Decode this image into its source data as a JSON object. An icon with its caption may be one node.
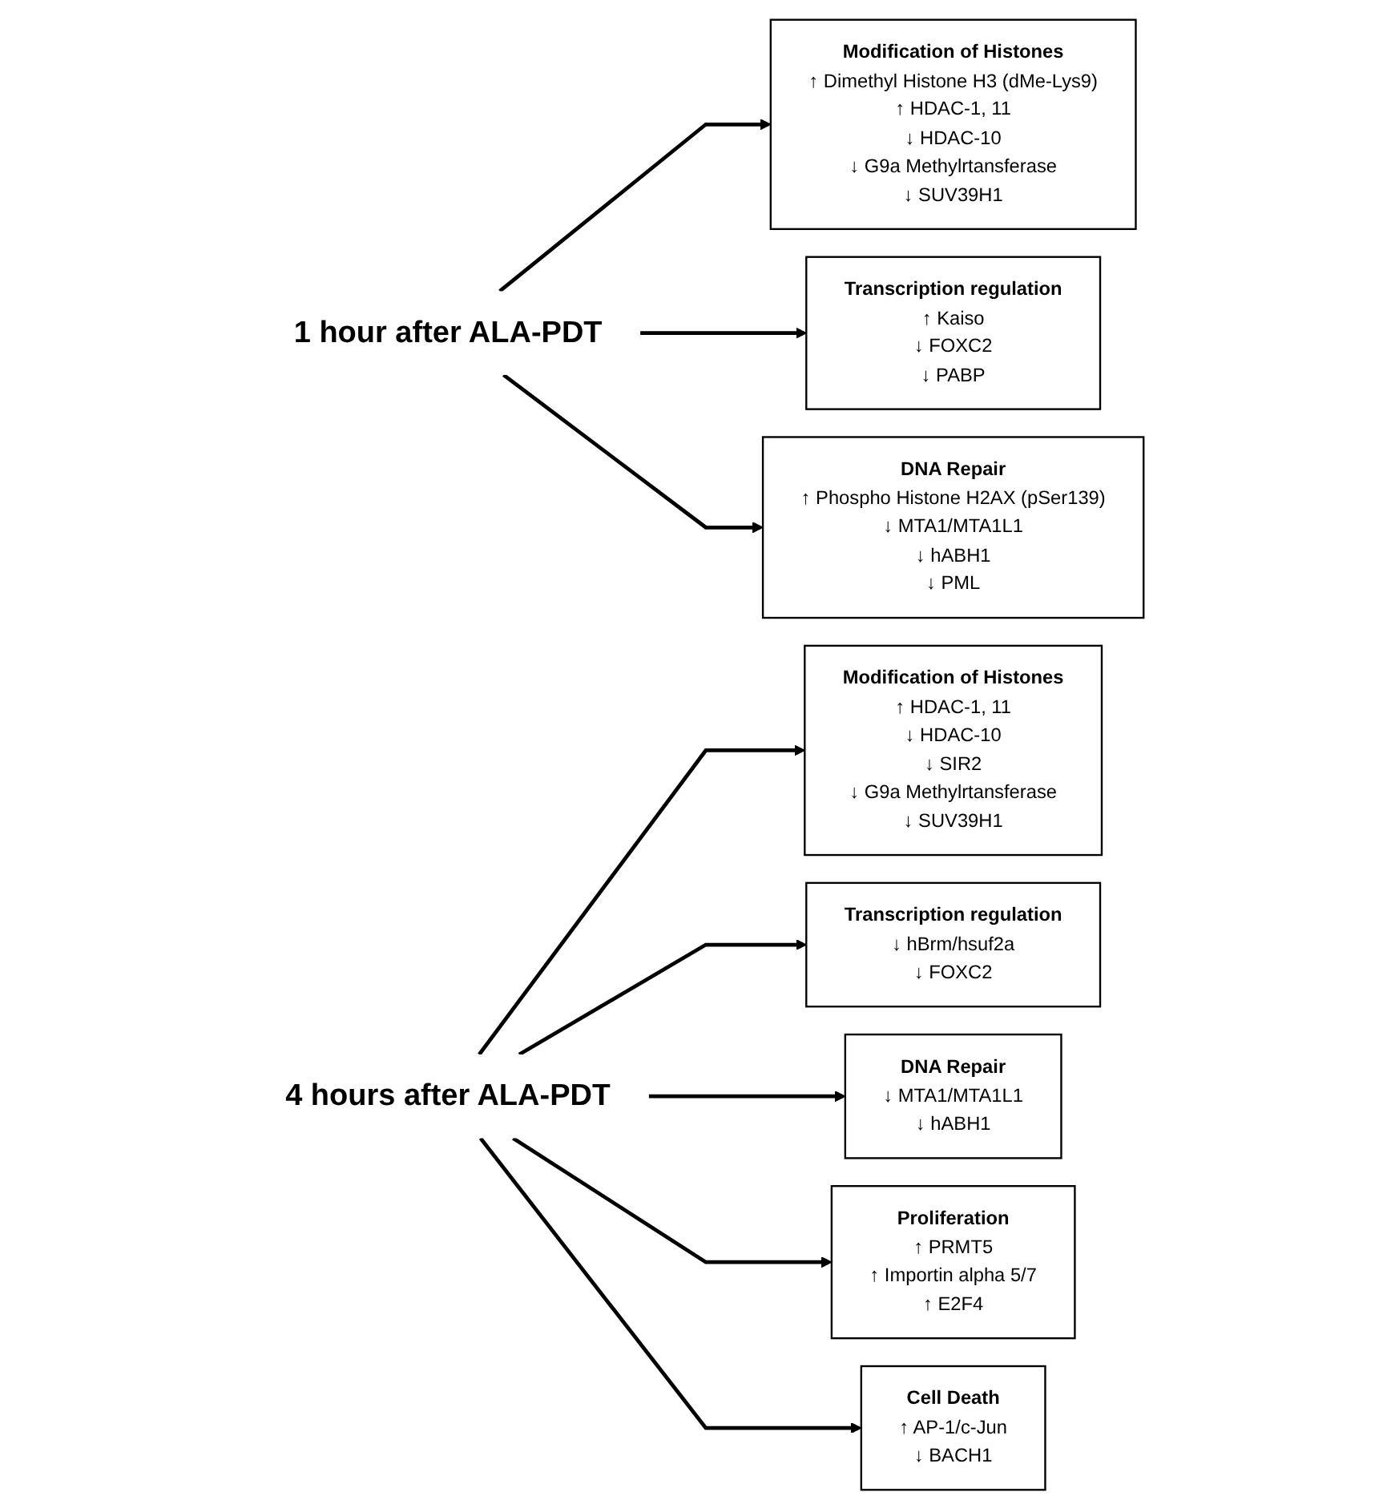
{
  "diagram": {
    "nodes": [
      {
        "text": [
          "Modification of Histones",
          "↑ Dimethyl Histone H3 (dMe-Lys9)",
          "↑ HDAC-1, 11",
          "↓ HDAC-10",
          "↓ G9a Methylrtansferase",
          "↓ SUV39H1"
        ]
      },
      {
        "text": [
          "Transcription regulation",
          "↑ Kaiso",
          "↓ FOXC2",
          "↓ PABP"
        ]
      },
      {
        "text": [
          "DNA Repair",
          "↑ Phospho Histone H2AX (pSer139)",
          "↓ MTA1/MTA1L1",
          "↓ hABH1",
          "↓ PML"
        ]
      },
      {
        "text": [
          "1 hour after ALA-PDT"
        ]
      },
      {
        "text": [
          "4 hours after ALA-PDT"
        ]
      },
      {
        "text": [
          "Modification of Histones",
          "↑ HDAC-1, 11",
          "↓ HDAC-10",
          "↓ SIR2",
          "↓ G9a Methylrtansferase",
          "↓ SUV39H1"
        ]
      },
      {
        "text": [
          "Transcription regulation",
          "↓ hBrm/hsuf2a",
          "↓ FOXC2"
        ]
      },
      {
        "text": [
          "DNA Repair",
          "↓ MTA1/MTA1L1",
          "↓ hABH1"
        ]
      },
      {
        "text": [
          "Proliferation",
          "↑ PRMT5",
          "↑ Importin alpha 5/7",
          "↑ E2F4"
        ]
      },
      {
        "text": [
          "Cell Death",
          "↑ AP-1/c-Jun",
          "↓ BACH1"
        ]
      }
    ],
    "edges": [
      {
        "from": 3,
        "to": 0,
        "arrow": "to"
      },
      {
        "from": 3,
        "to": 1,
        "arrow": "to"
      },
      {
        "from": 3,
        "to": 2,
        "arrow": "to"
      },
      {
        "from": 4,
        "to": 5,
        "arrow": "to"
      },
      {
        "from": 4,
        "to": 6,
        "arrow": "to"
      },
      {
        "from": 4,
        "to": 7,
        "arrow": "to"
      },
      {
        "from": 4,
        "to": 8,
        "arrow": "to"
      },
      {
        "from": 4,
        "to": 9,
        "arrow": "to"
      }
    ]
  }
}
